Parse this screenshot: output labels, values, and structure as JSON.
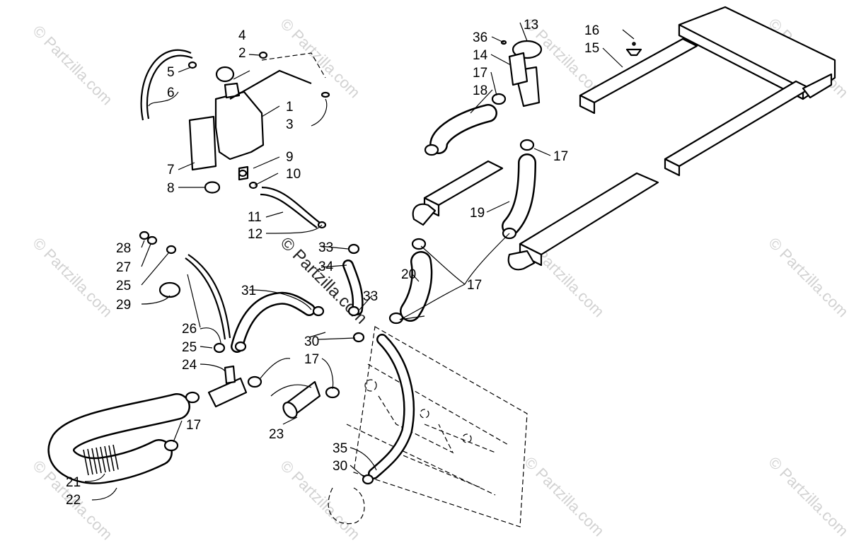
{
  "diagram": {
    "type": "exploded-parts-diagram",
    "watermark": "© Partzilla.com",
    "callouts": [
      "1",
      "2",
      "3",
      "4",
      "5",
      "6",
      "7",
      "8",
      "9",
      "10",
      "11",
      "12",
      "13",
      "14",
      "15",
      "16",
      "17",
      "18",
      "19",
      "20",
      "21",
      "22",
      "23",
      "24",
      "25",
      "26",
      "27",
      "28",
      "29",
      "30",
      "31",
      "33",
      "34",
      "35",
      "36"
    ],
    "callout_labels": [
      {
        "id": "c1",
        "label": "1",
        "part": "coolant-reservoir"
      },
      {
        "id": "c2",
        "label": "2",
        "part": "reservoir-cap"
      },
      {
        "id": "c3",
        "label": "3",
        "part": "screw"
      },
      {
        "id": "c4",
        "label": "4",
        "part": "nut"
      },
      {
        "id": "c5",
        "label": "5",
        "part": "fitting"
      },
      {
        "id": "c6",
        "label": "6",
        "part": "overflow-hose"
      },
      {
        "id": "c7",
        "label": "7",
        "part": "decal"
      },
      {
        "id": "c8",
        "label": "8",
        "part": "hose-clamp"
      },
      {
        "id": "c9",
        "label": "9",
        "part": "fitting"
      },
      {
        "id": "c10",
        "label": "10",
        "part": "clamp"
      },
      {
        "id": "c11",
        "label": "11",
        "part": "hose"
      },
      {
        "id": "c12",
        "label": "12",
        "part": "clamp"
      },
      {
        "id": "c13",
        "label": "13",
        "part": "radiator-cap"
      },
      {
        "id": "c14",
        "label": "14",
        "part": "filler-neck"
      },
      {
        "id": "c15",
        "label": "15",
        "part": "heat-exchanger"
      },
      {
        "id": "c16",
        "label": "16",
        "part": "rivet"
      },
      {
        "id": "c17",
        "label": "17",
        "part": "hose-clamp"
      },
      {
        "id": "c18",
        "label": "18",
        "part": "hose"
      },
      {
        "id": "c19",
        "label": "19",
        "part": "hose"
      },
      {
        "id": "c20",
        "label": "20",
        "part": "hose"
      },
      {
        "id": "c21",
        "label": "21",
        "part": "hose"
      },
      {
        "id": "c22",
        "label": "22",
        "part": "hose-sleeve"
      },
      {
        "id": "c23",
        "label": "23",
        "part": "connector-tube"
      },
      {
        "id": "c24",
        "label": "24",
        "part": "tee-fitting"
      },
      {
        "id": "c25",
        "label": "25",
        "part": "clamp"
      },
      {
        "id": "c26",
        "label": "26",
        "part": "bleed-hose"
      },
      {
        "id": "c27",
        "label": "27",
        "part": "fitting"
      },
      {
        "id": "c28",
        "label": "28",
        "part": "cap"
      },
      {
        "id": "c29",
        "label": "29",
        "part": "ring"
      },
      {
        "id": "c30",
        "label": "30",
        "part": "clamp"
      },
      {
        "id": "c31",
        "label": "31",
        "part": "hose"
      },
      {
        "id": "c33",
        "label": "33",
        "part": "clamp"
      },
      {
        "id": "c34",
        "label": "34",
        "part": "hose"
      },
      {
        "id": "c35",
        "label": "35",
        "part": "hose"
      },
      {
        "id": "c36",
        "label": "36",
        "part": "gasket"
      }
    ]
  }
}
